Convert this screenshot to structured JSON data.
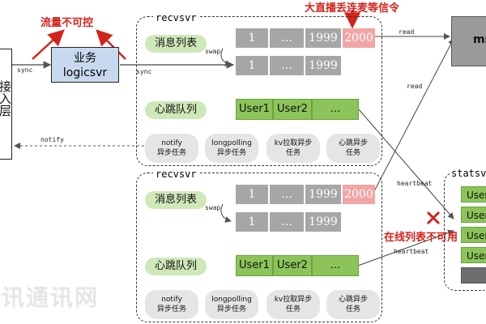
{
  "left_layer": {
    "label": "接入层"
  },
  "logic": {
    "line1": "业务",
    "line2": "logicsvr"
  },
  "annotations": {
    "flow_control": "流量不可控",
    "live_gift": "大直播丢连麦等信令",
    "online_list": "在线列表不可用"
  },
  "edge_labels": {
    "sync_left": "sync",
    "sync_right": "sync",
    "notify": "notify",
    "read_top": "read",
    "read_mid": "read",
    "heartbeat1": "heartbeat",
    "heartbeat2": "heartbeat",
    "swap1": "swap",
    "swap2": "swap"
  },
  "right_box": {
    "label": "ms"
  },
  "recvsvr_blocks": [
    {
      "title": "recvsvr",
      "msg_list_label": "消息列表",
      "row1": [
        "1",
        "…",
        "1999",
        "2000"
      ],
      "row2": [
        "1",
        "…",
        "1999"
      ],
      "heartbeat_label": "心跳队列",
      "users": [
        "User1",
        "User2",
        "…"
      ],
      "tasks": [
        {
          "l1": "notify",
          "l2": "异步任务"
        },
        {
          "l1": "longpolling",
          "l2": "异步任务"
        },
        {
          "l1": "kv拉取异步",
          "l2": "任务"
        },
        {
          "l1": "心跳异步",
          "l2": "任务"
        }
      ]
    },
    {
      "title": "recvsvr",
      "msg_list_label": "消息列表",
      "row1": [
        "1",
        "…",
        "1999",
        "2000"
      ],
      "row2": [
        "1",
        "…",
        "1999"
      ],
      "heartbeat_label": "心跳队列",
      "users": [
        "User1",
        "User2",
        "…"
      ],
      "tasks": [
        {
          "l1": "notify",
          "l2": "异步任务"
        },
        {
          "l1": "longpolling",
          "l2": "异步任务"
        },
        {
          "l1": "kv拉取异步",
          "l2": "任务"
        },
        {
          "l1": "心跳异步",
          "l2": "任务"
        }
      ]
    }
  ],
  "statsvr": {
    "title": "statsvr",
    "users": [
      "User",
      "User",
      "User",
      "User",
      ""
    ]
  },
  "watermark": {
    "text": "讯通讯网"
  }
}
